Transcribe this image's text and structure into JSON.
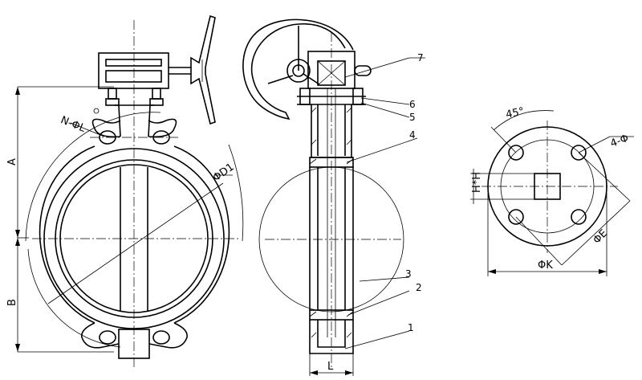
{
  "labels": {
    "dim_A": "A",
    "dim_B": "B",
    "dim_L": "L",
    "bolt_holes": "N-ΦL",
    "disc_diameter": "ΦD1",
    "angle": "45°",
    "holes_4": "4-Φ",
    "square_hh": "H*H",
    "diameter_E": "ΦE",
    "diameter_K": "ΦK"
  },
  "parts": [
    "1",
    "2",
    "3",
    "4",
    "5",
    "6",
    "7"
  ]
}
